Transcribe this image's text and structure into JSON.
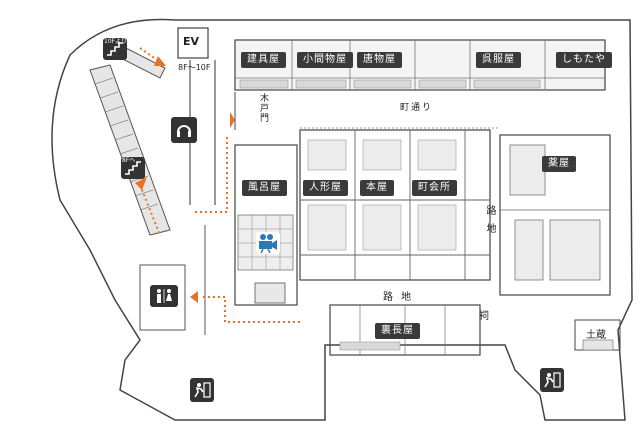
{
  "shops": {
    "kenguya": "建具屋",
    "komamonoya": "小間物屋",
    "karamonoya": "唐物屋",
    "gofukuya": "呉服屋",
    "shimotaya": "しもたや",
    "furoya": "風呂屋",
    "ningyoya": "人形屋",
    "honya": "本屋",
    "machikaisho": "町会所",
    "kusuriya": "薬屋",
    "uranagaya": "裏長屋",
    "dozo": "土蔵"
  },
  "streets": {
    "machidori": "町通り",
    "roji_h": "路地",
    "roji_v": "路地",
    "kidomon": "木戸門",
    "hokora": "祠"
  },
  "elevator": {
    "label": "EV",
    "floors": "8F〜10F"
  },
  "stairs": {
    "from_10f": "10Fより",
    "to_8f": "8Fへ"
  },
  "icons": {
    "headphones": "headphones-icon",
    "camera": "movie-camera-icon",
    "restroom": "restroom-icon",
    "exit_left": "emergency-exit-icon",
    "exit_right": "emergency-exit-icon"
  },
  "colors": {
    "label_bg": "#3a3a3a",
    "arrow": "#e8702a",
    "icon_dark": "#333333",
    "camera": "#2a7ab8"
  }
}
